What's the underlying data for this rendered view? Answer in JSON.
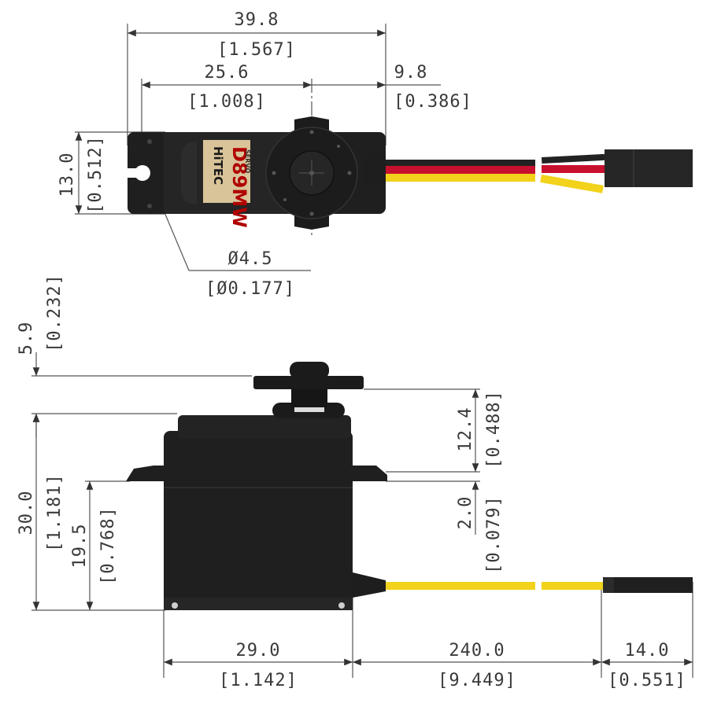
{
  "top_view": {
    "overall_length": "39.8",
    "overall_length_in": "[1.567]",
    "shaft_offset": "25.6",
    "shaft_offset_in": "[1.008]",
    "shaft_to_end": "9.8",
    "shaft_to_end_in": "[0.386]",
    "tab_width": "13.0",
    "tab_width_in": "[0.512]",
    "hole_dia": "Ø4.5",
    "hole_dia_in": "[Ø0.177]",
    "label_model": "D89MW",
    "label_brand": "HiTEC",
    "label_sub": "SERVO",
    "colors": {
      "body": "#1f1f1f",
      "label": "#d9c49a",
      "wire_red": "#c8102e",
      "wire_yellow": "#f2d21b",
      "wire_black": "#222222"
    }
  },
  "side_view": {
    "horn_height": "5.9",
    "horn_height_in": "[0.232]",
    "total_height": "30.0",
    "total_height_in": "[1.181]",
    "tab_height": "19.5",
    "tab_height_in": "[0.768]",
    "top_to_tab": "12.4",
    "top_to_tab_in": "[0.488]",
    "tab_thickness": "2.0",
    "tab_thickness_in": "[0.079]",
    "body_width": "29.0",
    "body_width_in": "[1.142]",
    "wire_length": "240.0",
    "wire_length_in": "[9.449]",
    "connector_length": "14.0",
    "connector_length_in": "[0.551]"
  }
}
